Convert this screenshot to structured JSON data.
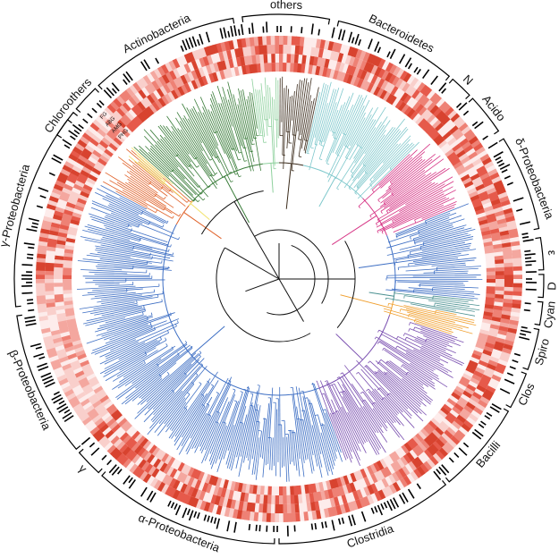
{
  "ring_labels": [
    "PHG",
    "AMG",
    "ABG",
    "FG"
  ],
  "clades": [
    {
      "id": "others-top",
      "label": "others",
      "start": -8,
      "end": 11,
      "bracket": true
    },
    {
      "id": "bacteroidetes",
      "label": "Bacteroidetes",
      "start": 13,
      "end": 40,
      "bracket": true
    },
    {
      "id": "n",
      "label": "N",
      "start": 41,
      "end": 46,
      "bracket": true
    },
    {
      "id": "acido",
      "label": "Acido",
      "start": 47,
      "end": 56,
      "bracket": true
    },
    {
      "id": "delta",
      "label": "δ-Proteobacteria",
      "start": 58,
      "end": 79,
      "bracket": true
    },
    {
      "id": "epsilon",
      "label": "ε",
      "start": 81,
      "end": 88,
      "bracket": true
    },
    {
      "id": "d",
      "label": "D",
      "start": 89,
      "end": 94,
      "bracket": true
    },
    {
      "id": "cyan",
      "label": "Cyan",
      "start": 95,
      "end": 100,
      "bracket": true
    },
    {
      "id": "spiro",
      "label": "Spiro",
      "start": 101,
      "end": 110,
      "bracket": true
    },
    {
      "id": "clos",
      "label": "Clos",
      "start": 111,
      "end": 119,
      "bracket": true
    },
    {
      "id": "bacilli",
      "label": "Bacilli",
      "start": 120,
      "end": 140,
      "bracket": true
    },
    {
      "id": "clostridia",
      "label": "Clostridia",
      "start": 141,
      "end": 180,
      "bracket": true
    },
    {
      "id": "alpha",
      "label": "α-Proteobacteria",
      "start": 181,
      "end": 222,
      "bracket": true
    },
    {
      "id": "gamma-small",
      "label": "γ",
      "start": 223,
      "end": 229,
      "bracket": true
    },
    {
      "id": "beta",
      "label": "β-Proteobacteria",
      "start": 230,
      "end": 262,
      "bracket": true
    },
    {
      "id": "gamma",
      "label": "γ-Proteobacteria",
      "start": 264,
      "end": 307,
      "bracket": true
    },
    {
      "id": "chloro",
      "label": "Chloro",
      "start": 303,
      "end": 309,
      "bracket": true
    },
    {
      "id": "others-left",
      "label": "others",
      "start": 310,
      "end": 316,
      "bracket": true
    },
    {
      "id": "actinobacteria",
      "label": "Actinobacteria",
      "start": 317,
      "end": 350,
      "bracket": true
    }
  ],
  "branch_groups": [
    {
      "id": "actino",
      "color": "#3a7d3a",
      "start": 312,
      "end": 352
    },
    {
      "id": "orange",
      "color": "#e0622a",
      "start": 298,
      "end": 312
    },
    {
      "id": "yellow",
      "color": "#f2e26b",
      "start": 309,
      "end": 312
    },
    {
      "id": "mint",
      "color": "#8fd19e",
      "start": 352,
      "end": 360
    },
    {
      "id": "dark",
      "color": "#3a2a1a",
      "start": 0,
      "end": 12
    },
    {
      "id": "cyan",
      "color": "#7fc8cc",
      "start": 12,
      "end": 46
    },
    {
      "id": "magenta",
      "color": "#d63384",
      "start": 46,
      "end": 68
    },
    {
      "id": "blue-right",
      "color": "#3e6fc4",
      "start": 68,
      "end": 96
    },
    {
      "id": "teal",
      "color": "#4a9090",
      "start": 96,
      "end": 101
    },
    {
      "id": "orange2",
      "color": "#f0a030",
      "start": 101,
      "end": 108
    },
    {
      "id": "purple",
      "color": "#7a4fb0",
      "start": 108,
      "end": 160
    },
    {
      "id": "blue-big",
      "color": "#3e6fc4",
      "start": 160,
      "end": 298
    }
  ],
  "palette": {
    "heat_low": "#fbe2e0",
    "heat_mid": "#f4a09a",
    "heat_high": "#e04a3c",
    "bar": "#000000",
    "bracket": "#000000"
  }
}
